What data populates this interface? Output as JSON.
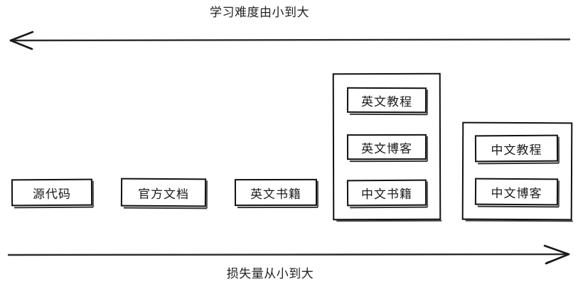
{
  "diagram": {
    "title_top": "学习难度由小到大",
    "title_bottom": "损失量从小到大",
    "axes": {
      "top": {
        "label": "学习难度由小到大",
        "direction": "left",
        "arrow_icon": "arrow-left-icon"
      },
      "bottom": {
        "label": "损失量从小到大",
        "direction": "right",
        "arrow_icon": "arrow-right-icon"
      }
    },
    "colors": {
      "stroke": "#111111",
      "text": "#1a1a1a",
      "background": "#ffffff"
    },
    "nodes": [
      {
        "id": "source-code",
        "label": "源代码"
      },
      {
        "id": "official-docs",
        "label": "官方文档"
      },
      {
        "id": "english-books",
        "label": "英文书籍"
      }
    ],
    "groups": [
      {
        "id": "english-media-group",
        "items": [
          {
            "id": "english-tutorials",
            "label": "英文教程"
          },
          {
            "id": "english-blogs",
            "label": "英文博客"
          },
          {
            "id": "chinese-books",
            "label": "中文书籍"
          }
        ]
      },
      {
        "id": "chinese-media-group",
        "items": [
          {
            "id": "chinese-tutorials",
            "label": "中文教程"
          },
          {
            "id": "chinese-blogs",
            "label": "中文博客"
          }
        ]
      }
    ]
  }
}
